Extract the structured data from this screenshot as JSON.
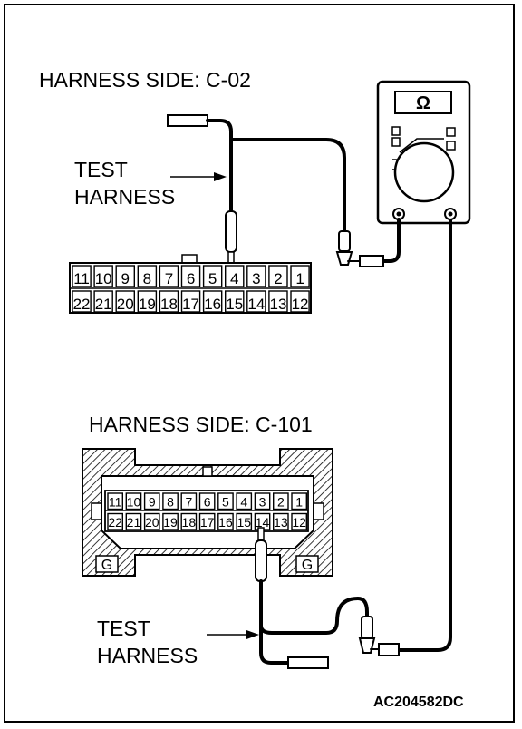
{
  "labels": {
    "harness_side_1": "HARNESS SIDE: C-02",
    "harness_side_2": "HARNESS SIDE: C-101",
    "test_harness_1": [
      "TEST",
      "HARNESS"
    ],
    "test_harness_2": [
      "TEST",
      "HARNESS"
    ],
    "figure_code": "AC204582DC"
  },
  "meter": {
    "symbol": "Ω"
  },
  "connector_c02": {
    "top_row": [
      "11",
      "10",
      "9",
      "8",
      "7",
      "6",
      "5",
      "4",
      "3",
      "2",
      "1"
    ],
    "bottom_row": [
      "22",
      "21",
      "20",
      "19",
      "18",
      "17",
      "16",
      "15",
      "14",
      "13",
      "12"
    ],
    "probe_pin": "4"
  },
  "connector_c101": {
    "top_row": [
      "11",
      "10",
      "9",
      "8",
      "7",
      "6",
      "5",
      "4",
      "3",
      "2",
      "1"
    ],
    "bottom_row": [
      "22",
      "21",
      "20",
      "19",
      "18",
      "17",
      "16",
      "15",
      "14",
      "13",
      "12"
    ],
    "probe_pin": "14",
    "ground_marks": [
      "G",
      "G"
    ]
  },
  "colors": {
    "line": "#000000",
    "background": "#ffffff"
  }
}
